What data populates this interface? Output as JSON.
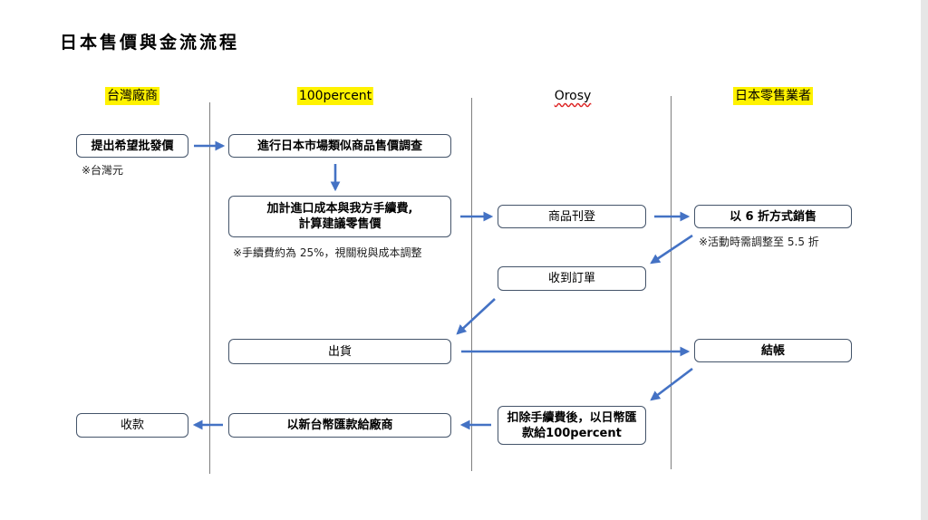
{
  "title": "日本售價與金流流程",
  "lanes": {
    "tw": "台灣廠商",
    "pc": "100percent",
    "orosy": "Orosy",
    "jp": "日本零售業者"
  },
  "boxes": {
    "hope_price": "提出希望批發價",
    "survey": "進行日本市場類似商品售價調查",
    "calc_line1": "加計進口成本與我方手續費,",
    "calc_line2": "計算建議零售價",
    "listing": "商品刊登",
    "discount": "以 6 折方式銷售",
    "order": "收到訂單",
    "ship": "出貨",
    "checkout": "結帳",
    "deduct_line1": "扣除手續費後，以日幣匯",
    "deduct_line2": "款給100percent",
    "remit_twd": "以新台幣匯款給廠商",
    "receive": "收款"
  },
  "notes": {
    "twd": "※台灣元",
    "fee": "※手續費約為 25%，視關稅與成本調整",
    "event": "※活動時需調整至 5.5 折"
  },
  "colors": {
    "arrow": "#4472c4",
    "highlight": "#fff200",
    "border": "#44546a"
  }
}
